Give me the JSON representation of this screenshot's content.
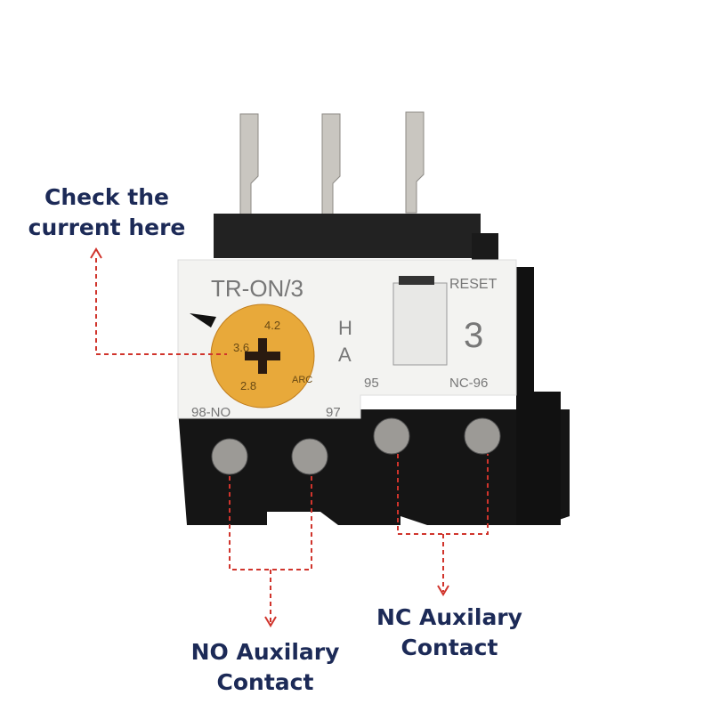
{
  "device": {
    "model": "TR-ON/3",
    "reset_label": "RESET",
    "reset_number": "3",
    "mode_h": "H",
    "mode_a": "A",
    "dial_values": [
      "4.2",
      "3.6",
      "2.8"
    ],
    "dial_mark": "ARC",
    "terminal_left": "98-NO",
    "terminal_left_end": "97",
    "terminal_right_start": "95",
    "terminal_right": "NC-96"
  },
  "annotations": {
    "current": {
      "line1": "Check the",
      "line2": "current here"
    },
    "no_contact": {
      "line1": "NO Auxilary",
      "line2": "Contact"
    },
    "nc_contact": {
      "line1": "NC Auxilary",
      "line2": "Contact"
    }
  },
  "colors": {
    "label": "#1c2a57",
    "arrow": "#d0342c",
    "dial": "#e8a93a"
  }
}
